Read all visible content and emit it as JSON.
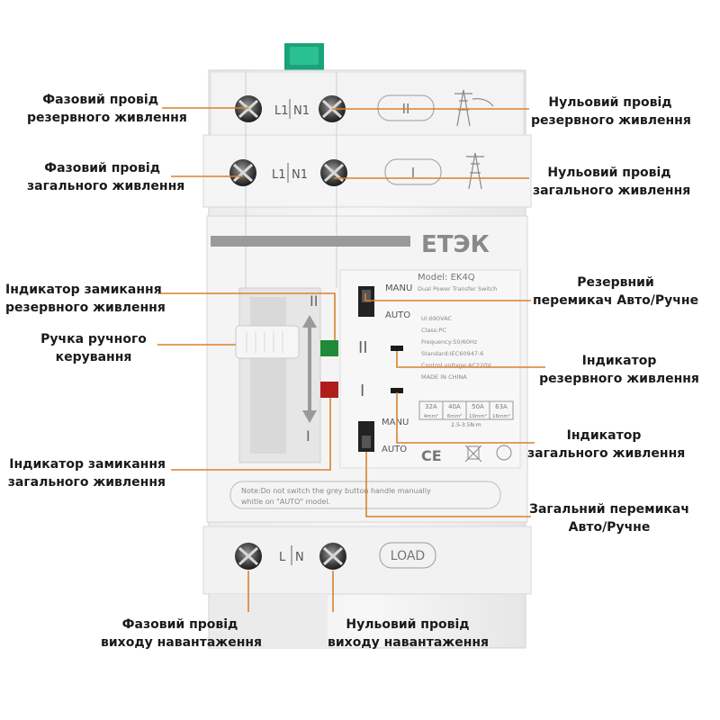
{
  "device": {
    "brand": "ЕТЭК",
    "model": "Model: EK4Q",
    "subtitle": "Dual Power Transfer Switch",
    "specs": [
      "Ui:690VAC",
      "Class:PC",
      "Frequency:50/60Hz",
      "Standard:IEC60947-6",
      "Control voltage:AC220V",
      "MADE IN CHINA"
    ],
    "ratings": [
      "32A",
      "40A",
      "50A",
      "63A"
    ],
    "cross_sections": [
      "4mm²",
      "6mm²",
      "10mm²",
      "16mm²"
    ],
    "torque": "2.5-3.5N·m",
    "terminal_label_top": "L1",
    "terminal_label_top2": "N1",
    "terminal_label_bottom": "L",
    "terminal_label_bottom2": "N",
    "source_ii": "II",
    "source_i": "I",
    "load": "LOAD",
    "manu": "MANU",
    "auto": "AUTO",
    "note_line1": "Note:Do not switch the grey button handle manually",
    "note_line2": "whitle on \"AUTO\" model.",
    "ce": "CE"
  },
  "callouts": {
    "reserve_phase": [
      "Фазовий провід",
      "резервного живлення"
    ],
    "reserve_neutral": [
      "Нульовий провід",
      "резервного живлення"
    ],
    "main_phase": [
      "Фазовий провід",
      "загального живлення"
    ],
    "main_neutral": [
      "Нульовий провід",
      "загального живлення"
    ],
    "reserve_closing_indicator": [
      "Індикатор замикання",
      "резервного живлення"
    ],
    "reserve_switch": [
      "Резервний",
      "перемикач Авто/Ручне"
    ],
    "manual_handle": [
      "Ручка ручного",
      "керування"
    ],
    "reserve_indicator": [
      "Індикатор",
      "резервного живлення"
    ],
    "main_indicator": [
      "Індикатор",
      "загального живлення"
    ],
    "main_closing_indicator": [
      "Індикатор замикання",
      "загального живлення"
    ],
    "main_switch": [
      "Загальний перемикач",
      "Авто/Ручне"
    ],
    "load_phase": [
      "Фазовий провід",
      "виходу навантаження"
    ],
    "load_neutral": [
      "Нульовий провід",
      "виходу навантаження"
    ]
  },
  "colors": {
    "leader": "#d9822b",
    "accent_tab": "#1aa37a",
    "green_led": "#1f8a3a",
    "red_led": "#b01d1d",
    "brand_stripe": "#9a9a9a"
  }
}
